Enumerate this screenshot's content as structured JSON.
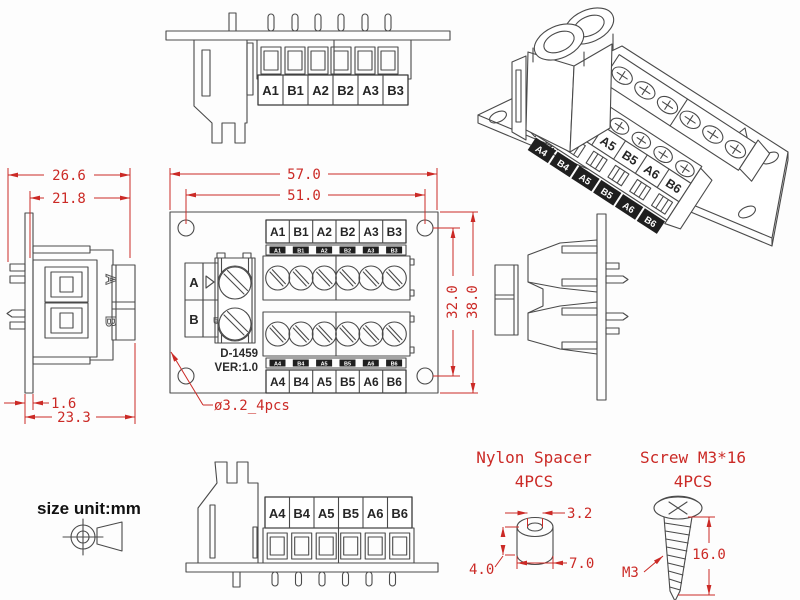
{
  "colors": {
    "red": "#cb2a26",
    "line": "#4a4a4a",
    "label": "#262626"
  },
  "board": {
    "part_number": "D-1459",
    "version": "VER:1.0"
  },
  "terminals": {
    "row1": [
      "A1",
      "B1",
      "A2",
      "B2",
      "A3",
      "B3"
    ],
    "row2": [
      "A4",
      "B4",
      "A5",
      "B5",
      "A6",
      "B6"
    ],
    "plug": {
      "a": "A",
      "b": "B"
    }
  },
  "front_view": {
    "dims": {
      "overall_width": "57.0",
      "hole_pitch_x": "51.0",
      "hole_pitch_y": "32.0",
      "overall_height": "38.0",
      "mount_hole": "ø3.2_4pcs"
    }
  },
  "side_view": {
    "dims": {
      "overall_depth": "26.6",
      "body_depth": "21.8",
      "pcb_thickness": "1.6",
      "block_depth": "23.3"
    }
  },
  "note": {
    "size_unit": "size unit:mm"
  },
  "parts": {
    "spacer": {
      "name": "Nylon Spacer",
      "qty": "4PCS",
      "inner_dia": "3.2",
      "outer_dia": "7.0",
      "height": "4.0"
    },
    "screw": {
      "name": "Screw M3*16",
      "qty": "4PCS",
      "thread": "M3",
      "length": "16.0"
    }
  }
}
